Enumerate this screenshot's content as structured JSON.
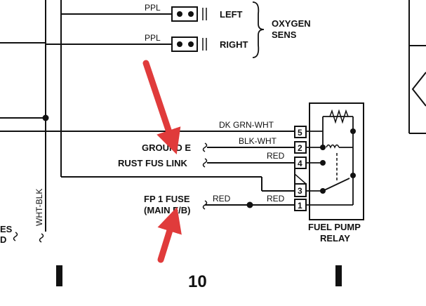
{
  "connectors": {
    "left": {
      "wire": "PPL",
      "label": "LEFT"
    },
    "right": {
      "wire": "PPL",
      "label": "RIGHT"
    },
    "group_label": [
      "OXYGEN",
      "SENS"
    ]
  },
  "relay_wires": {
    "pin5": "DK GRN-WHT",
    "pin2": "BLK-WHT",
    "pin4": "RED",
    "pin1_right": "RED",
    "pin1_left": "RED"
  },
  "labels": {
    "ground_e": "GROUND E",
    "rust_fus_link": "RUST FUS LINK",
    "fp1_fuse": "FP 1 FUSE",
    "main_fb": "(MAIN F/B)",
    "left_vertical": "WHT-BLK",
    "left_partial_1": "ES",
    "left_partial_2": "D"
  },
  "relay": {
    "title": [
      "FUEL PUMP",
      "RELAY"
    ],
    "pins": [
      "5",
      "2",
      "4",
      "3",
      "1"
    ]
  },
  "page_number": "10",
  "accent_color": "#e03b3b"
}
